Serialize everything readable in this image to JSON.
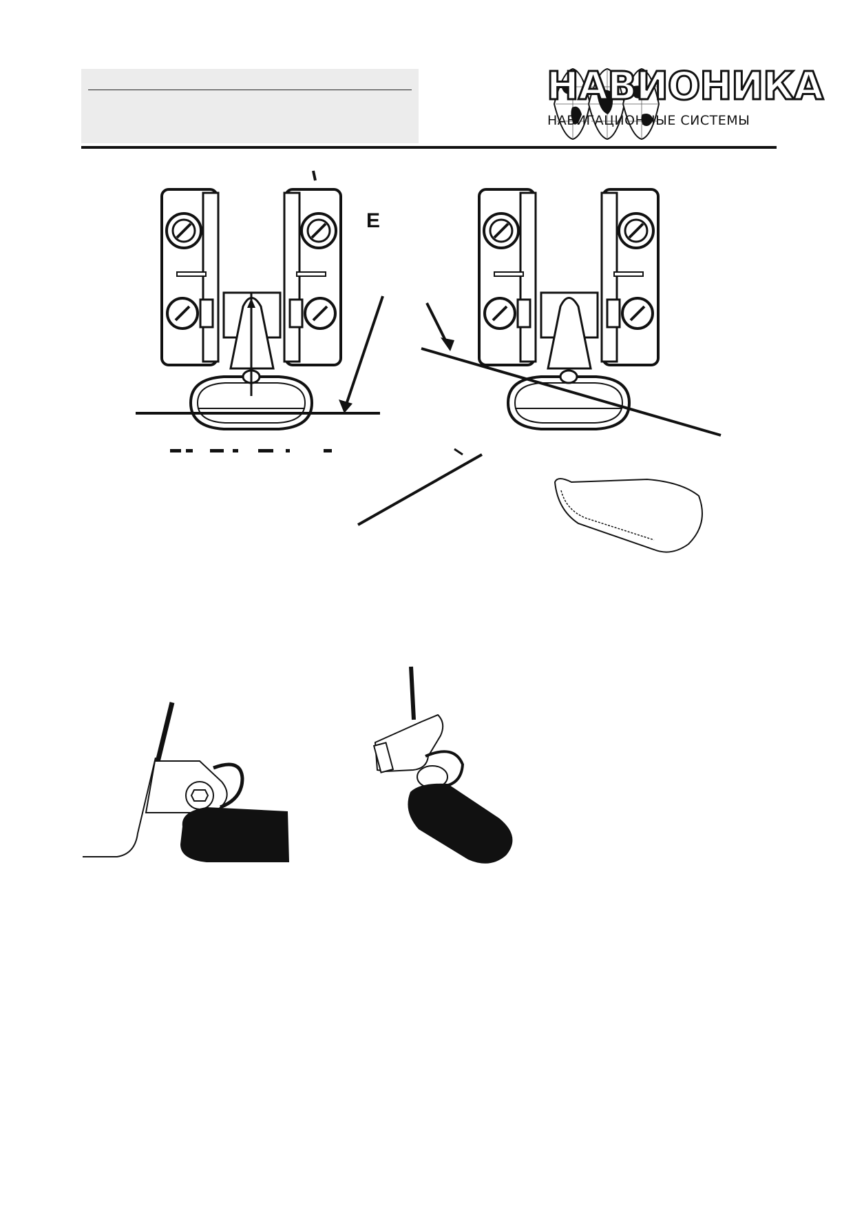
{
  "header": {
    "brand_name": "НАВИОНИКА",
    "brand_subtitle": "НАВИГАЦИОННЫЕ СИСТЕМЫ",
    "logo_icon": "globe-segments-icon"
  },
  "figure_top": {
    "label": "E"
  }
}
